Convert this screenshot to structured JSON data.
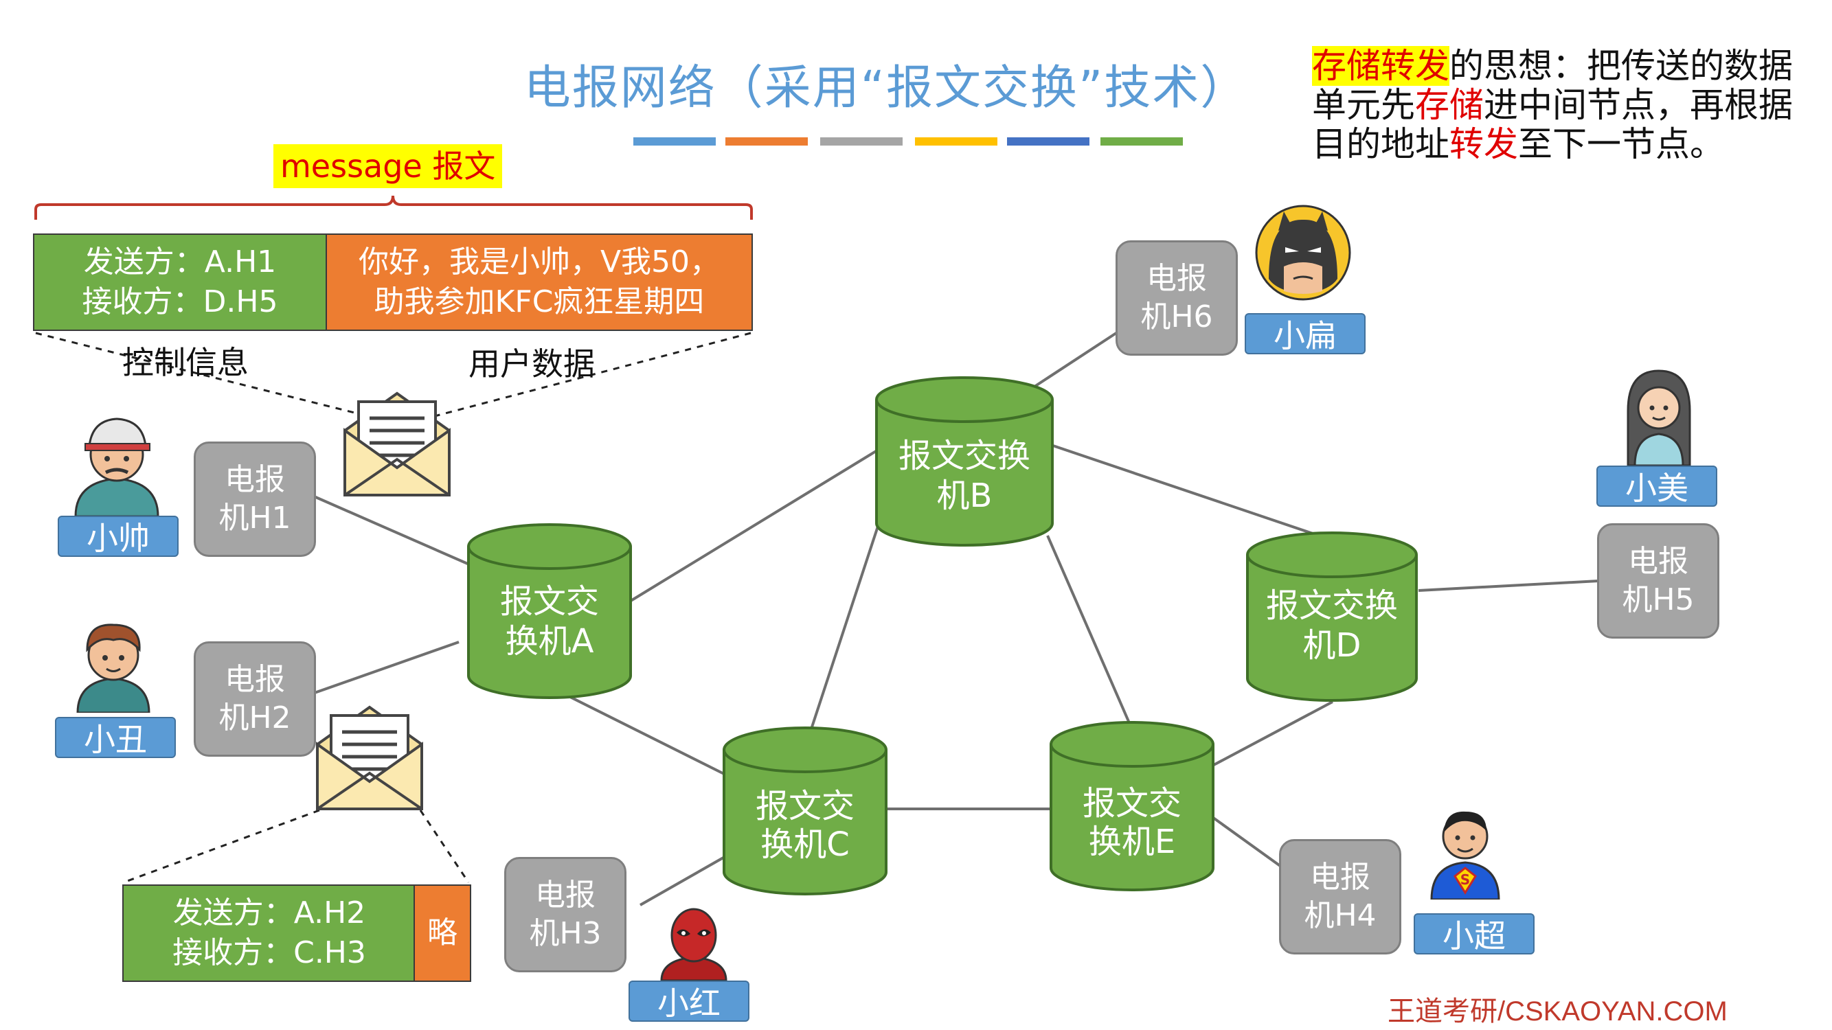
{
  "title": "电报网络（采用“报文交换”技术）",
  "description": {
    "term": "存储转发",
    "part1": "的思想：把传送的数据单元先",
    "store": "存储",
    "part2": "进中间节点，再根据目的地址",
    "forward": "转发",
    "part3": "至下一节点。"
  },
  "title_bar_colors": [
    "#5b9bd5",
    "#ed7d31",
    "#a5a5a5",
    "#ffc000",
    "#4472c4",
    "#70ad47"
  ],
  "message": {
    "label": "message 报文",
    "control_line1": "发送方：A.H1",
    "control_line2": "接收方：D.H5",
    "user_line1": "你好，我是小帅，V我50，",
    "user_line2": "助我参加KFC疯狂星期四",
    "control_caption": "控制信息",
    "user_caption": "用户数据"
  },
  "message2": {
    "control_line1": "发送方：A.H2",
    "control_line2": "接收方：C.H3",
    "user": "略"
  },
  "switches": {
    "A": {
      "line1": "报文交",
      "line2": "换机A"
    },
    "B": {
      "line1": "报文交换",
      "line2": "机B"
    },
    "C": {
      "line1": "报文交",
      "line2": "换机C"
    },
    "D": {
      "line1": "报文交换",
      "line2": "机D"
    },
    "E": {
      "line1": "报文交",
      "line2": "换机E"
    }
  },
  "hosts": {
    "H1": {
      "line1": "电报",
      "line2": "机H1"
    },
    "H2": {
      "line1": "电报",
      "line2": "机H2"
    },
    "H3": {
      "line1": "电报",
      "line2": "机H3"
    },
    "H4": {
      "line1": "电报",
      "line2": "机H4"
    },
    "H5": {
      "line1": "电报",
      "line2": "机H5"
    },
    "H6": {
      "line1": "电报",
      "line2": "机H6"
    }
  },
  "people": {
    "H1": "小帅",
    "H2": "小丑",
    "H3": "小红",
    "H4": "小超",
    "H5": "小美",
    "H6": "小扁"
  },
  "colors": {
    "switch_fill": "#70ad47",
    "host_fill": "#a5a5a5",
    "label_fill": "#5b9bd5",
    "user_data_fill": "#ed7d31",
    "highlight": "#ffff00",
    "accent_red": "#e00000"
  },
  "brand": "王道考研/CSKAOYAN.COM"
}
